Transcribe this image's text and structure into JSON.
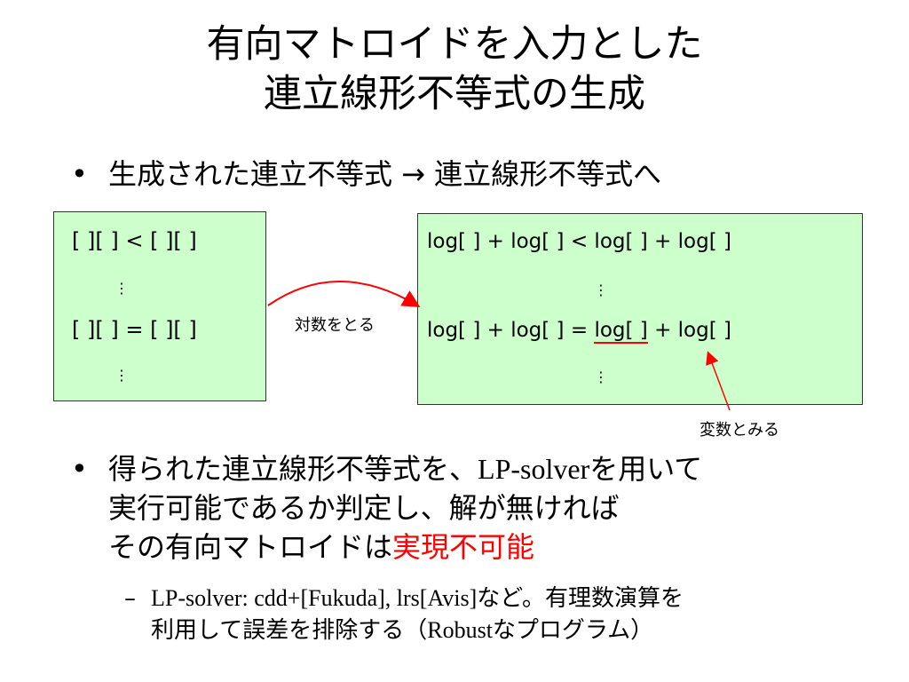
{
  "title": {
    "line1": "有向マトロイドを入力とした",
    "line2": "連立線形不等式の生成"
  },
  "bullets": [
    {
      "marker": "•",
      "text": "生成された連立不等式 → 連立線形不等式へ"
    },
    {
      "marker": "•",
      "line1_part1": "得られた連立線形不等式を、",
      "line1_serif": "LP-solver",
      "line1_part2": "を用いて",
      "line2": "実行可能であるか判定し、解が無ければ",
      "line3_part1": "その有向マトロイドは",
      "line3_red": "実現不可能",
      "sub": {
        "marker": "–",
        "line1_serif": "LP-solver: cdd+[Fukuda], lrs[Avis]",
        "line1_rest": "など。有理数演算を",
        "line2_part1": "利用して誤差を排除する（",
        "line2_serif": "Robust",
        "line2_part2": "なプログラム）"
      }
    }
  ],
  "left_box": {
    "row1": "[ ][ ]   <   [ ][ ]",
    "row2": "[ ][ ]   =   [ ][ ]",
    "dots": "⋮"
  },
  "right_box": {
    "row1": "log[ ] + log[ ]   <   log[ ] + log[ ]",
    "row2a": "log[ ] + log[ ]   =   ",
    "row2b": "log[ ]",
    "row2c": " + log[ ]",
    "dots": "⋮"
  },
  "annotations": {
    "take_log": "対数をとる",
    "variable": "変数とみる"
  },
  "colors": {
    "box_fill": "#ccffcc",
    "arrow": "#ff0000",
    "highlight": "#ff0000"
  }
}
